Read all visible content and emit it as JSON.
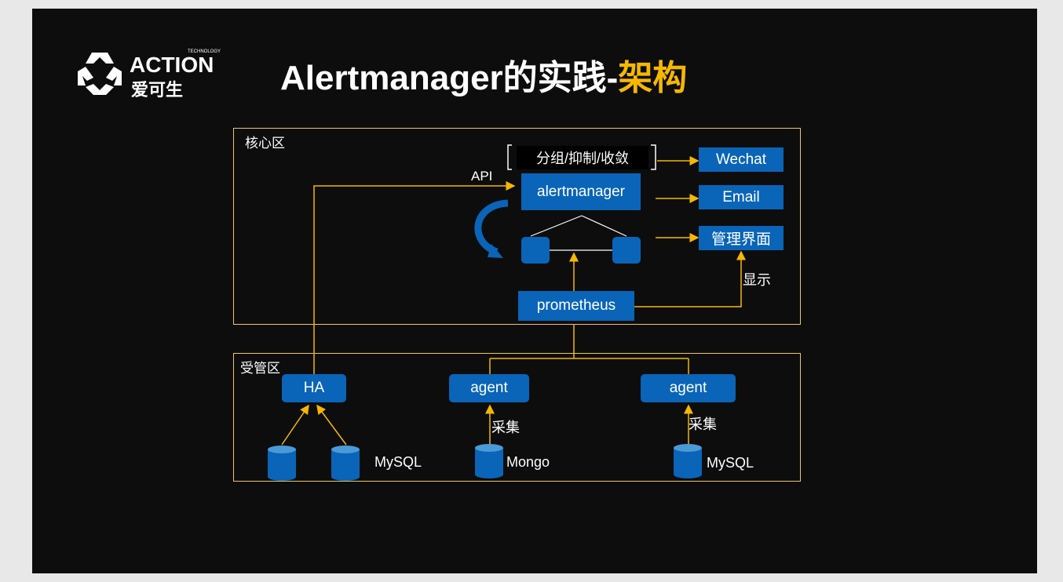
{
  "logo": {
    "brand": "ACTION",
    "tagline": "TECHNOLOGY",
    "chinese": "爱可生"
  },
  "title": {
    "main": "Alertmanager的实践-",
    "accent": "架构"
  },
  "zones": {
    "core": "核心区",
    "managed": "受管区"
  },
  "nodes": {
    "grouping": "分组/抑制/收敛",
    "alertmanager": "alertmanager",
    "prometheus": "prometheus",
    "wechat": "Wechat",
    "email": "Email",
    "mgmt_ui": "管理界面",
    "ha": "HA",
    "agent1": "agent",
    "agent2": "agent"
  },
  "labels": {
    "api": "API",
    "display": "显示",
    "collect1": "采集",
    "collect2": "采集",
    "mysql1": "MySQL",
    "mongo": "Mongo",
    "mysql2": "MySQL"
  },
  "colors": {
    "node_blue": "#0a64b8",
    "line_gold": "#f5b800",
    "zone_border": "#f0c85a",
    "accent": "#f5b800",
    "background": "#0d0d0d"
  }
}
